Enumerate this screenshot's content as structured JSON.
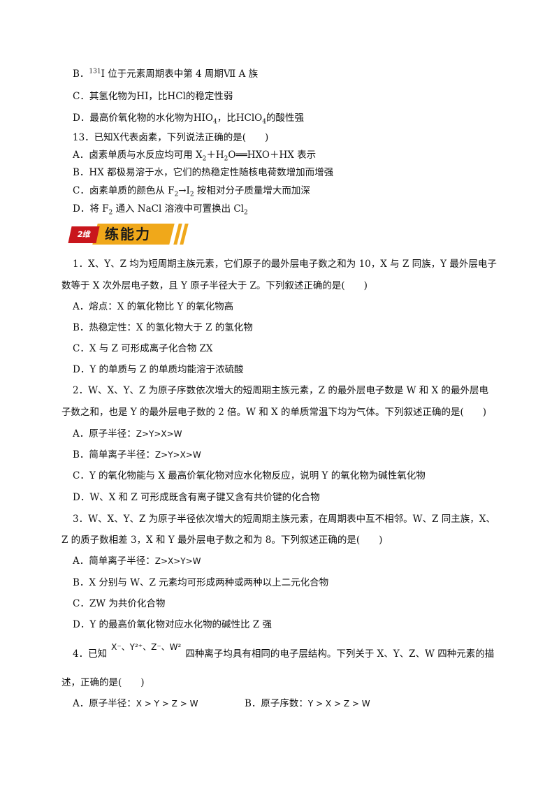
{
  "q12": {
    "b": [
      "B．",
      "131",
      "I 位于元素周期表中第 4 周期Ⅶ A 族"
    ],
    "c": "C．其氢化物为HI，比HCl的稳定性弱",
    "d": [
      "D．最高价氧化物的水化物为HIO",
      "4",
      "，比HClO",
      "4",
      "的酸性强"
    ]
  },
  "q13": {
    "stem": "13．已知X代表卤素，下列说法正确的是(　　)",
    "a": [
      "A．卤素单质与水反应均可用 X",
      "2",
      "＋H",
      "2",
      "O══HXO＋HX 表示"
    ],
    "b": "B．HX 都极易溶于水，它们的热稳定性随核电荷数增加而增强",
    "c": [
      "C．卤素单质的颜色从 F",
      "2",
      "→I",
      "2",
      " 按相对分子质量增大而加深"
    ],
    "d": [
      "D．将 F",
      "2",
      " 通入 NaCl 溶液中可置换出 Cl",
      "2"
    ]
  },
  "banner": {
    "tag": "2维",
    "label": "练能力"
  },
  "p1": {
    "stem1": "1．X、Y、Z 均为短周期主族元素，它们原子的最外层电子数之和为 10，X 与 Z 同族，Y 最外层电子",
    "stem2": "数等于 X 次外层电子数，且 Y 原子半径大于 Z。下列叙述正确的是(　　)",
    "a": "A．熔点：X 的氧化物比 Y 的氧化物高",
    "b": "B．热稳定性：X 的氢化物大于 Z 的氢化物",
    "c": "C．X 与 Z 可形成离子化合物 ZX",
    "d": "D．Y 的单质与 Z 的单质均能溶于浓硫酸"
  },
  "p2": {
    "stem1": "2．W、X、Y、Z 为原子序数依次增大的短周期主族元素，Z 的最外层电子数是 W 和 X 的最外层电",
    "stem2": "子数之和，也是 Y 的最外层电子数的 2 倍。W 和 X 的单质常温下均为气体。下列叙述正确的是(　　)",
    "a_label": "A．原子半径：",
    "a_math": "Z>Y>X>W",
    "b_label": "B．简单离子半径：",
    "b_math": "Z>Y>X>W",
    "c": "C．Y 的氧化物能与 X 最高价氧化物对应水化物反应，说明 Y 的氧化物为碱性氧化物",
    "d": "D．W、X 和 Z 可形成既含有离子键又含有共价键的化合物"
  },
  "p3": {
    "stem1": "3．W、X、Y、Z 为原子半径依次增大的短周期主族元素，在周期表中互不相邻。W、Z 同主族，X、",
    "stem2": "Z 的质子数相差 3，X 和 Y 最外层电子数之和为 8。下列叙述正确的是(　　)",
    "a_label": "A．简单离子半径：",
    "a_math": "Z>X>Y>W",
    "b": "B．X 分别与 W、Z 元素均可形成两种或两种以上二元化合物",
    "c": "C．ZW 为共价化合物",
    "d": "D．Y 的最高价氧化物对应水化物的碱性比 Z 强"
  },
  "p4": {
    "pre": "4．已知",
    "ions": "X⁻、Y²⁺、Z⁻、W²",
    "post": "四种离子均具有相同的电子层结构。下列关于 X、Y、Z、W 四种元素的描",
    "stem2": "述，正确的是(　　)",
    "a_label": "A．原子半径：",
    "a_math": "X > Y > Z > W",
    "b_label": "B．原子序数：",
    "b_math": "Y > X > Z > W"
  }
}
